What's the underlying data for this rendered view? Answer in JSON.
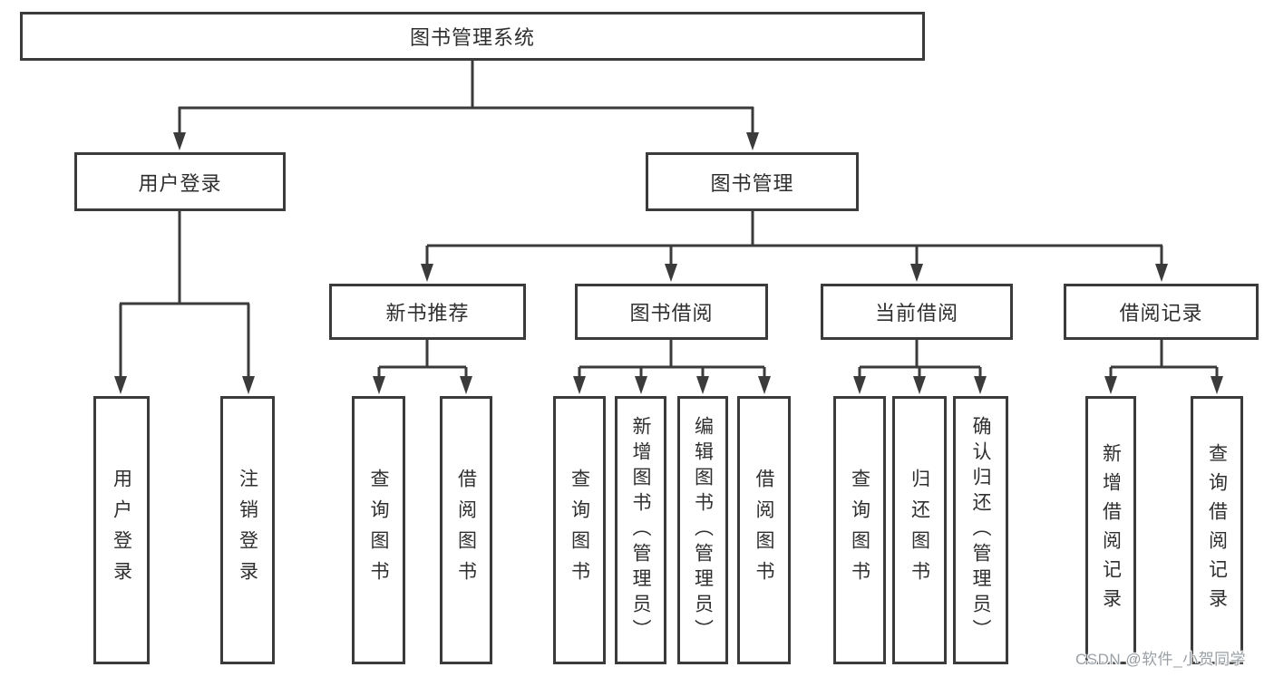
{
  "nodes": {
    "root": "图书管理系统",
    "user_login": {
      "label": "用户登录",
      "leaves": [
        "用户登录",
        "注销登录"
      ]
    },
    "book_mgmt": {
      "label": "图书管理"
    },
    "new_book": {
      "label": "新书推荐",
      "leaves": [
        "查询图书",
        "借阅图书"
      ]
    },
    "book_borrow": {
      "label": "图书借阅",
      "leaves": [
        "查询图书",
        "新增图书（管理员）",
        "编辑图书（管理员）",
        "借阅图书"
      ]
    },
    "current_borrow": {
      "label": "当前借阅",
      "leaves": [
        "查询图书",
        "归还图书",
        "确认归还（管理员）"
      ]
    },
    "borrow_record": {
      "label": "借阅记录",
      "leaves": [
        "新增借阅记录",
        "查询借阅记录"
      ]
    }
  },
  "watermark": {
    "text": "CSDN @软件_小贺同学"
  },
  "colors": {
    "line": "#3b3b3b",
    "box_border": "#3b3b3b",
    "text": "#2f2f2f",
    "watermark": "#9aa0a6",
    "background": "#ffffff"
  }
}
